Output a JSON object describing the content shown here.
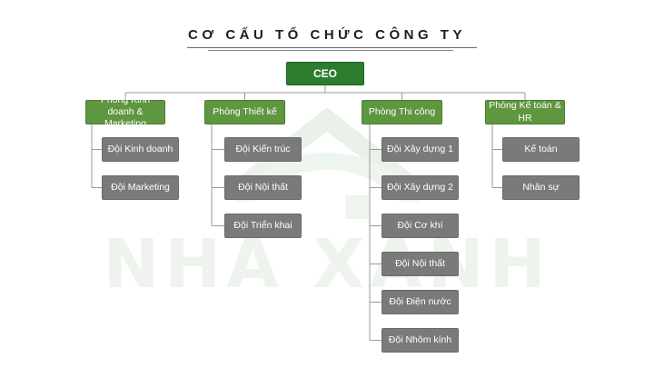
{
  "title": "CƠ CẤU TỔ CHỨC CÔNG TY",
  "watermark": "NHA XANH",
  "colors": {
    "ceo": "#2d7d2e",
    "department": "#5f9640",
    "team": "#7a7a7a",
    "connector": "#9a9a9a",
    "watermark": "#e6efe6"
  },
  "ceo": {
    "label": "CEO"
  },
  "departments": [
    {
      "label": "Phòng Kinh doanh & Marketing",
      "teams": [
        "Đội Kinh doanh",
        "Đội Marketing"
      ]
    },
    {
      "label": "Phòng Thiết kế",
      "teams": [
        "Đội Kiến trúc",
        "Đội Nội thất",
        "Đội Triển khai"
      ]
    },
    {
      "label": "Phòng Thi công",
      "teams": [
        "Đội Xây dựng 1",
        "Đội Xây dựng 2",
        "Đội Cơ khí",
        "Đội Nội thất",
        "Đội Điện nước",
        "Đội Nhôm kính"
      ]
    },
    {
      "label": "Phòng Kế toán & HR",
      "teams": [
        "Kế toán",
        "Nhân sự"
      ]
    }
  ]
}
